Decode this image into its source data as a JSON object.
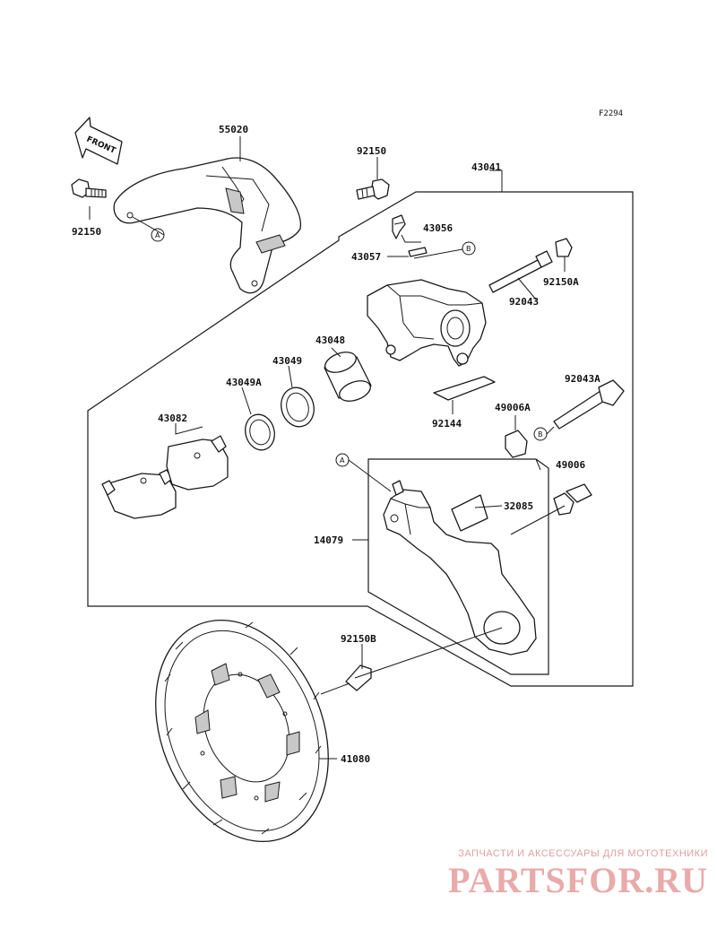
{
  "figure_code": "F2294",
  "front_label": "FRONT",
  "parts": {
    "p55020": "55020",
    "p92150_left": "92150",
    "p92150_top": "92150",
    "p43041": "43041",
    "p43056": "43056",
    "p43057": "43057",
    "p92150A": "92150A",
    "p92043": "92043",
    "p43048": "43048",
    "p43049": "43049",
    "p43049A": "43049A",
    "p43082": "43082",
    "p92043A": "92043A",
    "p49006A": "49006A",
    "p92144": "92144",
    "p49006": "49006",
    "p32085": "32085",
    "p14079": "14079",
    "p92150B": "92150B",
    "p41080": "41080"
  },
  "refs": {
    "A": "A",
    "B": "B"
  },
  "watermark": {
    "tagline": "ЗАПЧАСТИ И АКСЕССУАРЫ ДЛЯ МОТОТЕХНИКИ",
    "brand": "PARTSFOR.RU"
  }
}
